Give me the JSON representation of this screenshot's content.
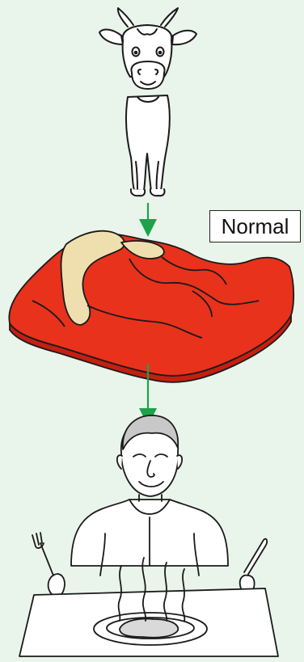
{
  "label": "Normal",
  "colors": {
    "background": "#e9f4ea",
    "arrow": "#1aa34a",
    "meat": "#e8321c",
    "meat_dark": "#c41f10",
    "fat": "#f0dfae",
    "outline": "#1a1a1a"
  },
  "icons": [
    "cow-illustration",
    "steak-illustration",
    "man-eating-illustration"
  ]
}
